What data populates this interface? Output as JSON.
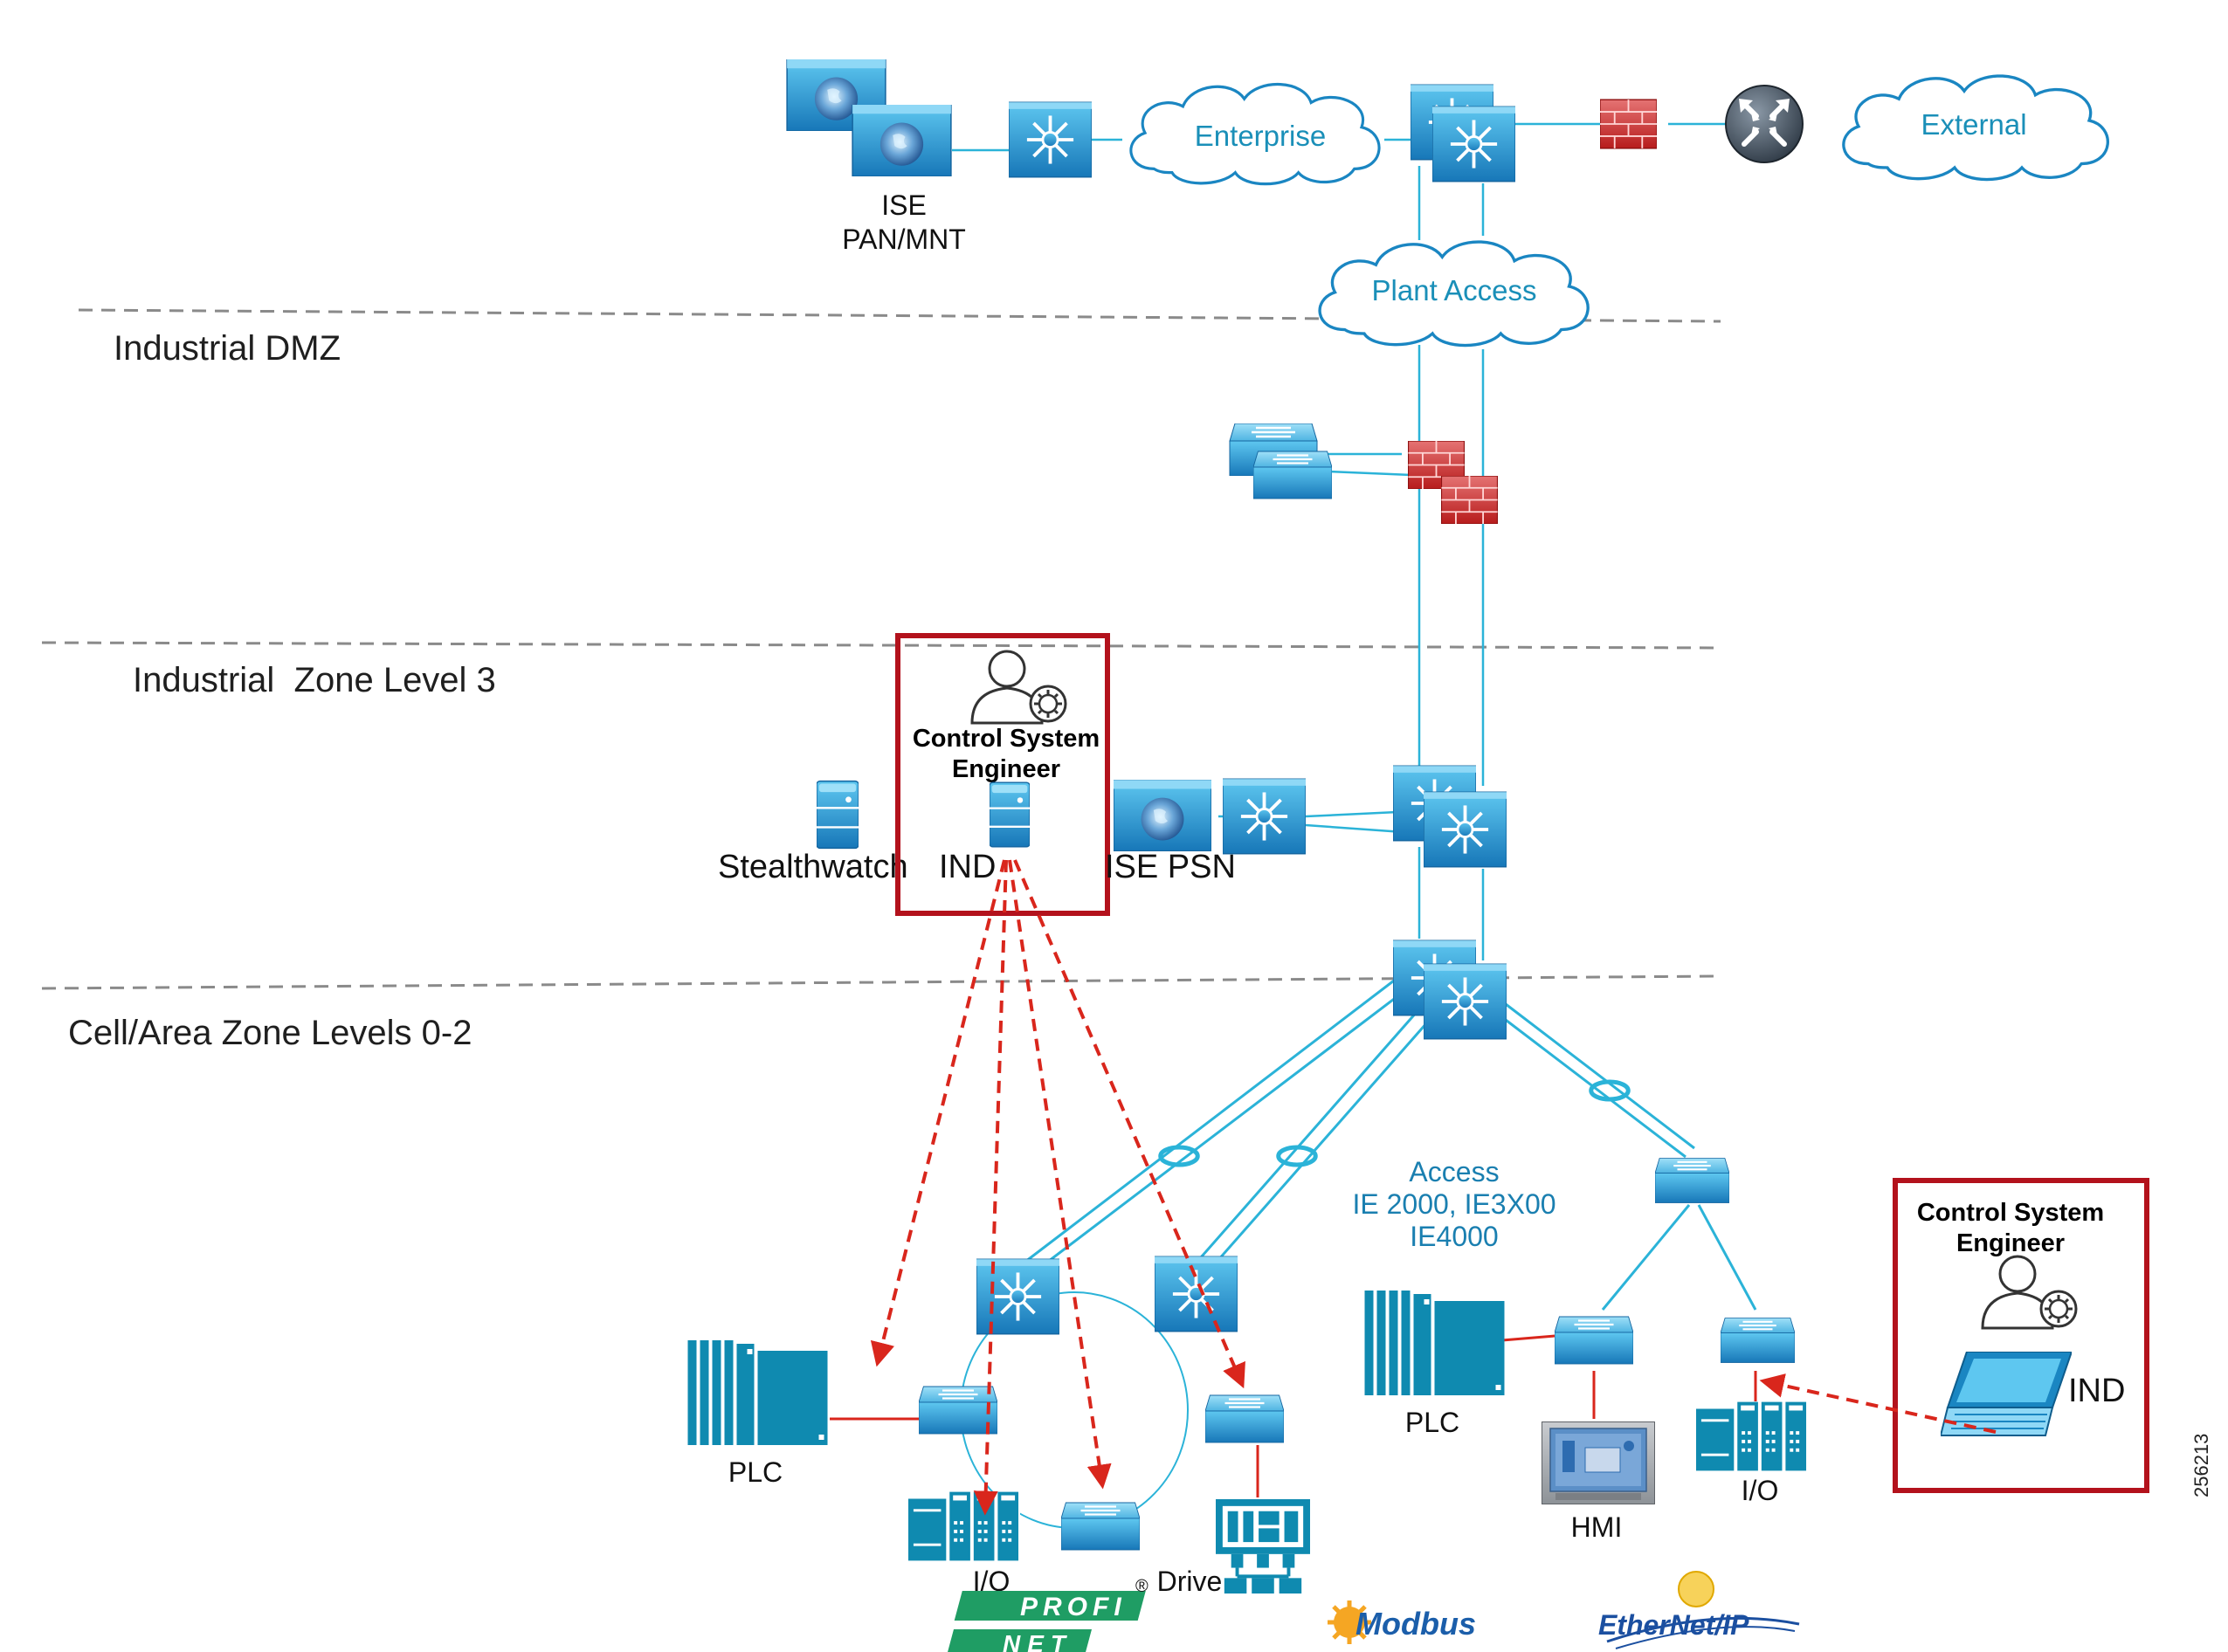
{
  "zones": {
    "dmz": "Industrial DMZ",
    "level3": "Industrial  Zone Level 3",
    "cell": "Cell/Area Zone Levels 0-2"
  },
  "clouds": {
    "enterprise": "Enterprise",
    "external": "External",
    "plant_access": "Plant Access"
  },
  "labels": {
    "ise_line1": "ISE",
    "ise_line2": "PAN/MNT",
    "stealthwatch": "Stealthwatch",
    "ind_server": "IND",
    "ise_psn": "ISE PSN",
    "cse1_line1": "Control System",
    "cse1_line2": "Engineer",
    "cse2_line1": "Control System",
    "cse2_line2": "Engineer",
    "ind_laptop": "IND",
    "access_line1": "Access",
    "access_line2": "IE 2000, IE3X00",
    "access_line3": "IE4000",
    "plc_left": "PLC",
    "plc_right": "PLC",
    "io_left": "I/O",
    "io_right": "I/O",
    "drive": "Drive",
    "hmi": "HMI",
    "figure_number": "256213"
  },
  "protocols": {
    "profinet_top": "PROFI",
    "profinet_bottom": "NET",
    "registered": "®",
    "modbus": "Modbus",
    "ethernetip": "EtherNet/IP"
  },
  "icons": [
    "ise-server-icon",
    "layer3-switch-icon",
    "firewall-icon",
    "router-icon",
    "switch-icon",
    "server-icon",
    "user-icon",
    "laptop-icon",
    "plc-icon",
    "io-module-icon",
    "drive-icon",
    "hmi-icon",
    "cloud-icon"
  ],
  "colors": {
    "link": "#2bb3d8",
    "flow": "#d9261c",
    "highlight_box": "#b3121c",
    "device_blue": "#1a86c2",
    "firewall": "#c62828",
    "zone_divider": "#8a8a8a"
  }
}
